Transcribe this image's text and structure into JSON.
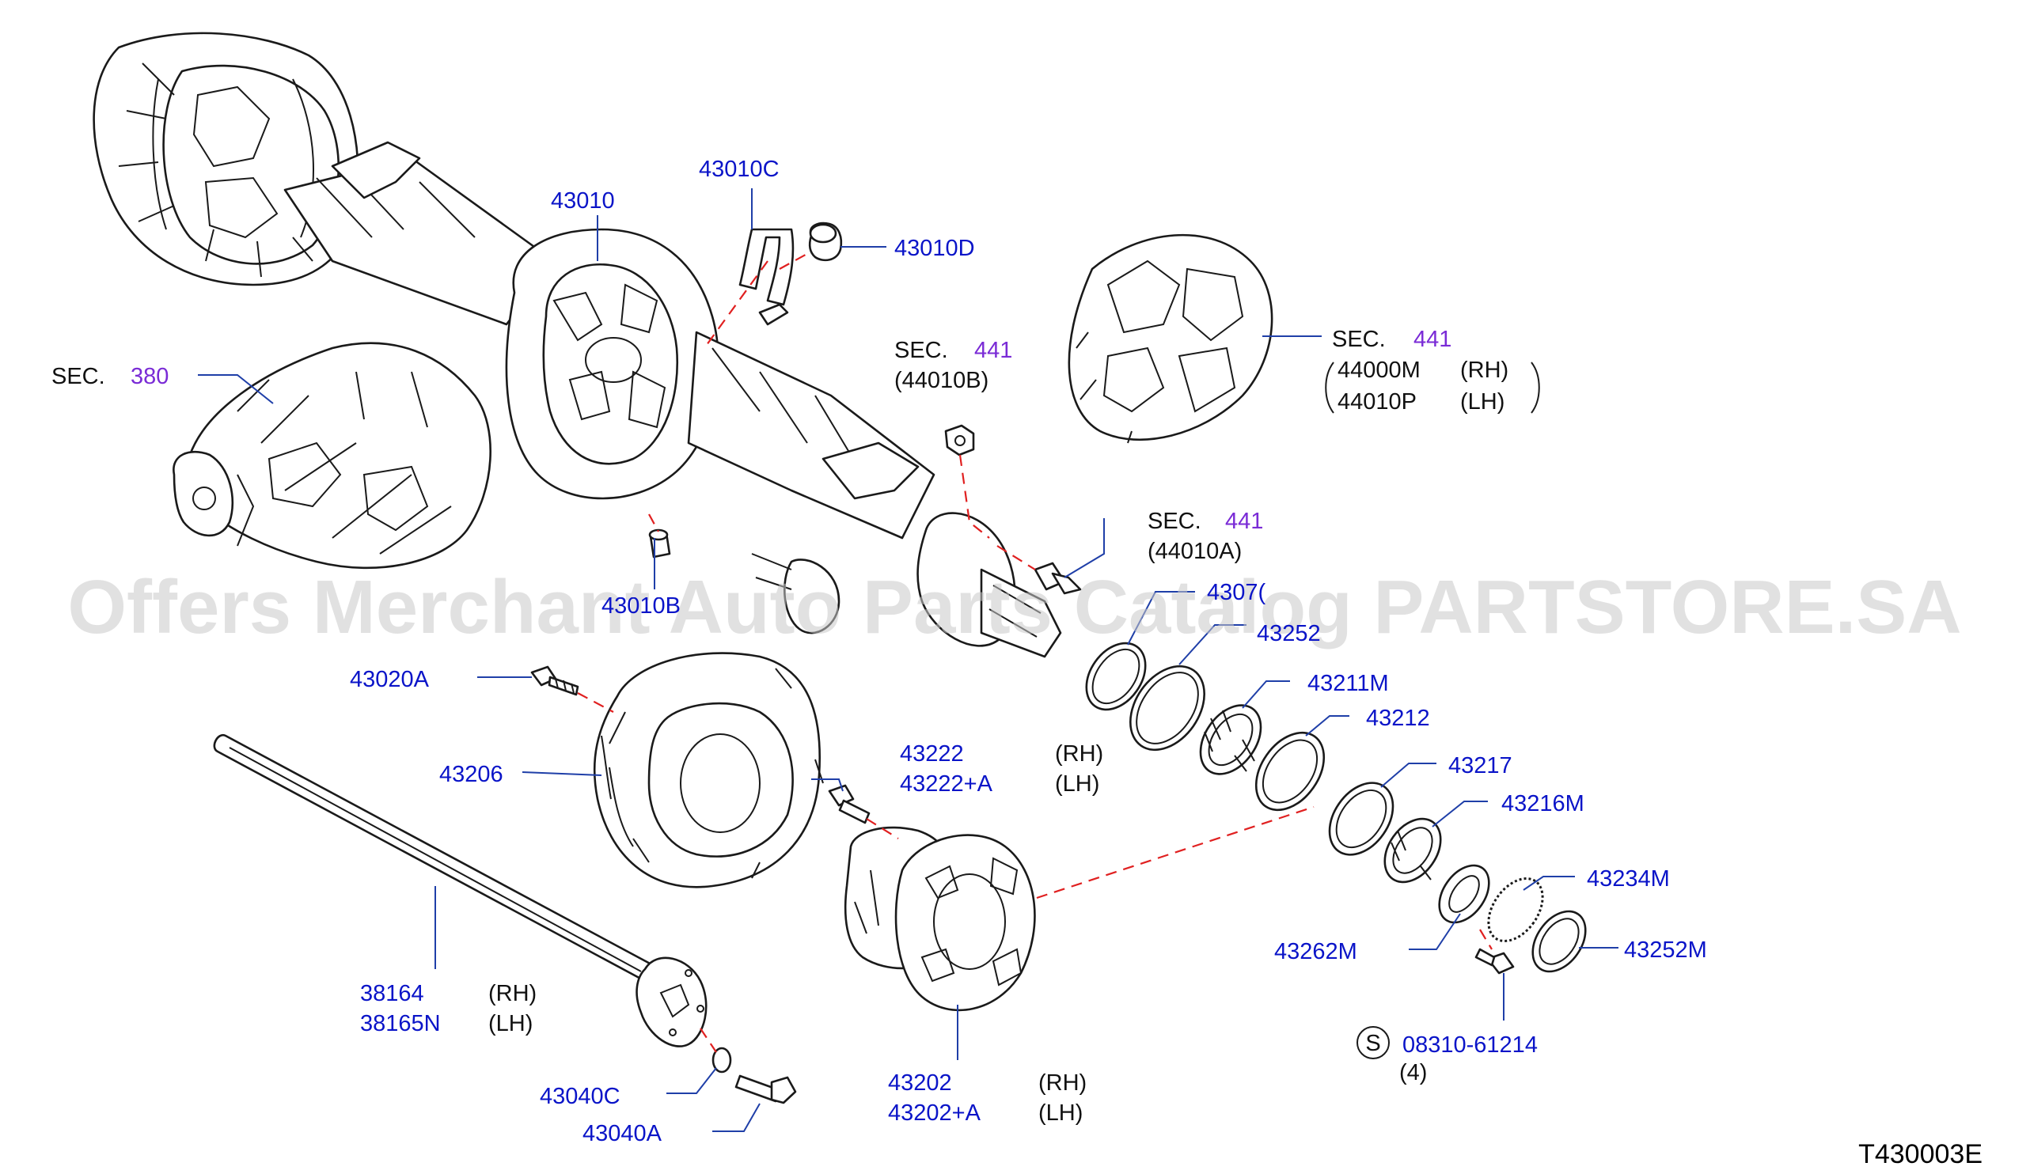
{
  "diagram_code": "T430003E",
  "watermark": "Offers Merchant Auto Parts Catalog PARTSTORE.SA",
  "colors": {
    "part_label": "#0a14c8",
    "section_number": "#7a2bd6",
    "exploded_line": "#e02020",
    "leader": "#1f3fa8"
  },
  "labels": {
    "p43010": "43010",
    "p43010C": "43010C",
    "p43010D": "43010D",
    "sec380_word": "SEC.",
    "sec380_num": "380",
    "sec441b_word": "SEC.",
    "sec441b_num": "441",
    "sec441b_ref": "(44010B)",
    "sec441r_word": "SEC.",
    "sec441r_num": "441",
    "sec441r_rh_part": "44000M",
    "sec441r_rh": "(RH)",
    "sec441r_lh_part": "44010P",
    "sec441r_lh": "(LH)",
    "sec441a_word": "SEC.",
    "sec441a_num": "441",
    "sec441a_ref": "(44010A)",
    "p43070": "4307(",
    "p43252": "43252",
    "p43211M": "43211M",
    "p43212": "43212",
    "p43217": "43217",
    "p43216M": "43216M",
    "p43234M": "43234M",
    "p43252M": "43252M",
    "p43262M": "43262M",
    "p43020A": "43020A",
    "p43206": "43206",
    "p43222": "43222",
    "p43222A": "43222+A",
    "p43222_rh": "(RH)",
    "p43222_lh": "(LH)",
    "p38164": "38164",
    "p38165N": "38165N",
    "p38_rh": "(RH)",
    "p38_lh": "(LH)",
    "p43040C": "43040C",
    "p43040A": "43040A",
    "p43202": "43202",
    "p43202A": "43202+A",
    "p43202_rh": "(RH)",
    "p43202_lh": "(LH)",
    "s_symbol": "S",
    "p08310": "08310-61214",
    "qty4": "(4)",
    "p43010_cut": "43010B"
  }
}
